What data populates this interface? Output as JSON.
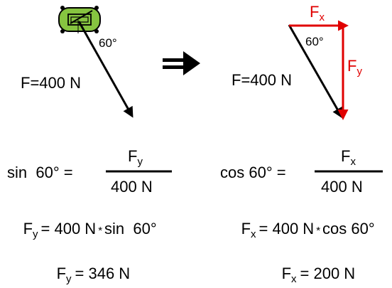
{
  "left_diagram": {
    "force_label": "F=400 N",
    "angle_label": "60°"
  },
  "right_diagram": {
    "force_label": "F=400 N",
    "angle_label": "60°",
    "fx_main": "F",
    "fx_sub": "x",
    "fy_main": "F",
    "fy_sub": "y"
  },
  "sin_equation": {
    "lhs": "sin  60° =",
    "num_main": "F",
    "num_sub": "y",
    "den": "400 N"
  },
  "cos_equation": {
    "lhs": "cos 60° =",
    "num_main": "F",
    "num_sub": "x",
    "den": "400 N"
  },
  "fy_product": {
    "main": "F",
    "sub": "y",
    "rest_a": "= 400 N",
    "times": "*",
    "rest_b": "sin  60°"
  },
  "fx_product": {
    "main": "F",
    "sub": "x",
    "rest_a": "= 400 N",
    "times": "*",
    "rest_b": "cos 60°"
  },
  "fy_result": {
    "main": "F",
    "sub": "y",
    "rest": "= 346 N"
  },
  "fx_result": {
    "main": "F",
    "sub": "x",
    "rest": "= 200 N"
  },
  "colors": {
    "ink": "#000000",
    "vector_red": "#e00000",
    "vehicle_green": "#86c440"
  }
}
